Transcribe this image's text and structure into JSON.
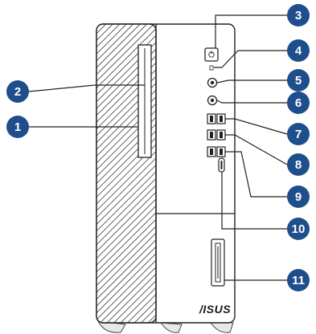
{
  "diagram": {
    "brand_logo": "/ISUS",
    "callout_color": "#1f4e8c",
    "callouts": [
      {
        "id": "callout-1",
        "label": "1"
      },
      {
        "id": "callout-2",
        "label": "2"
      },
      {
        "id": "callout-3",
        "label": "3"
      },
      {
        "id": "callout-4",
        "label": "4"
      },
      {
        "id": "callout-5",
        "label": "5"
      },
      {
        "id": "callout-6",
        "label": "6"
      },
      {
        "id": "callout-7",
        "label": "7"
      },
      {
        "id": "callout-8",
        "label": "8"
      },
      {
        "id": "callout-9",
        "label": "9"
      },
      {
        "id": "callout-10",
        "label": "10"
      },
      {
        "id": "callout-11",
        "label": "11"
      }
    ]
  }
}
